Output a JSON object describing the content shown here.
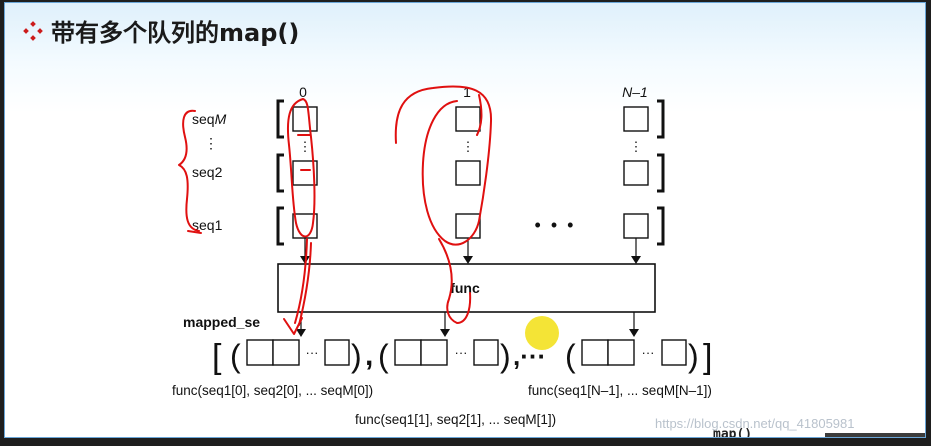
{
  "title": {
    "text": "带有多个队列的map()"
  },
  "colors": {
    "annotation": "#e01010",
    "highlight": "#f2df13",
    "bullet": "#cc1b1b",
    "ink": "#111111"
  },
  "icons": {
    "title_bullet": "diamond-bullet-icon"
  },
  "diagram": {
    "index_labels": {
      "first": "0",
      "second": "1",
      "last": "N–1"
    },
    "seq_labels": {
      "m": {
        "prefix": "seq",
        "suffix": "M"
      },
      "two": "seq2",
      "one": "seq1"
    },
    "ellipsis_vertical": "⋮",
    "ellipsis_dots": "•  •  •",
    "func_label": "func",
    "mapped_label": "mapped_se",
    "result_brackets": {
      "open": "[",
      "close": "]"
    },
    "tuple_parens": {
      "open": "(",
      "close": ")"
    },
    "comma": ",",
    "tuple_ellipsis": "···",
    "between_tuples": ",···",
    "captions": {
      "first": "func(seq1[0], seq2[0], ... seqM[0])",
      "middle": "func(seq1[1], seq2[1], ... seqM[1])",
      "last": "func(seq1[N–1], ... seqM[N–1])"
    }
  },
  "watermark": "https://blog.csdn.net/qq_41805981",
  "footer_label": "map()"
}
